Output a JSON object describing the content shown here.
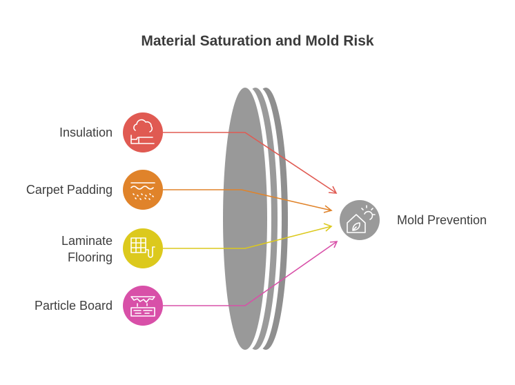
{
  "title": "Material Saturation and Mold Risk",
  "inputs": [
    {
      "label": "Insulation",
      "color": "#e05a52",
      "icon": "cloud-bed-icon"
    },
    {
      "label": "Carpet Padding",
      "color": "#e0832a",
      "icon": "carpet-fiber-icon"
    },
    {
      "label": "Laminate Flooring",
      "color": "#dcc91d",
      "icon": "floor-grid-pipe-icon"
    },
    {
      "label": "Particle Board",
      "color": "#d850a8",
      "icon": "board-broken-icon"
    }
  ],
  "output": {
    "label": "Mold Prevention",
    "color": "#9a9a9a",
    "icon": "house-leaf-sun-icon"
  },
  "lens_color": "#9a9a9a"
}
